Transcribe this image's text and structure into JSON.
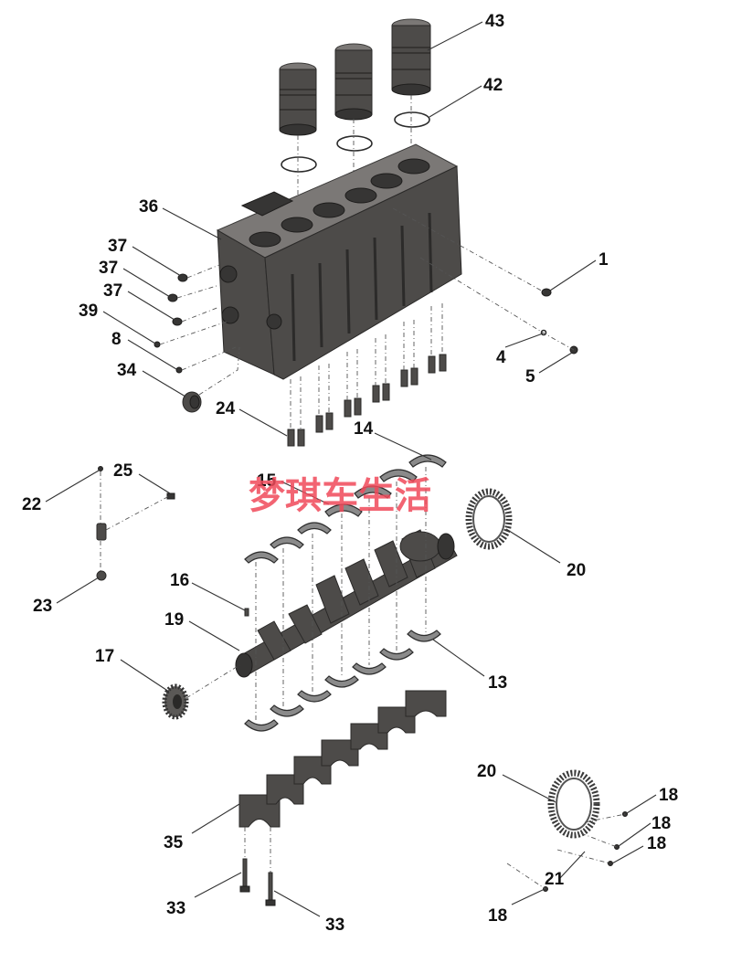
{
  "watermark": "梦琪车生活",
  "colors": {
    "part": "#4d4b49",
    "watermark": "#f04a5a",
    "label": "#111111"
  },
  "callouts": [
    {
      "id": "c43",
      "text": "43"
    },
    {
      "id": "c42",
      "text": "42"
    },
    {
      "id": "c36",
      "text": "36"
    },
    {
      "id": "c37a",
      "text": "37"
    },
    {
      "id": "c37b",
      "text": "37"
    },
    {
      "id": "c37c",
      "text": "37"
    },
    {
      "id": "c39",
      "text": "39"
    },
    {
      "id": "c8",
      "text": "8"
    },
    {
      "id": "c34",
      "text": "34"
    },
    {
      "id": "c24",
      "text": "24"
    },
    {
      "id": "c1",
      "text": "1"
    },
    {
      "id": "c4",
      "text": "4"
    },
    {
      "id": "c5",
      "text": "5"
    },
    {
      "id": "c14",
      "text": "14"
    },
    {
      "id": "c15",
      "text": "15"
    },
    {
      "id": "c22",
      "text": "22"
    },
    {
      "id": "c25",
      "text": "25"
    },
    {
      "id": "c23",
      "text": "23"
    },
    {
      "id": "c20a",
      "text": "20"
    },
    {
      "id": "c16",
      "text": "16"
    },
    {
      "id": "c19",
      "text": "19"
    },
    {
      "id": "c17",
      "text": "17"
    },
    {
      "id": "c13",
      "text": "13"
    },
    {
      "id": "c20b",
      "text": "20"
    },
    {
      "id": "c18a",
      "text": "18"
    },
    {
      "id": "c18b",
      "text": "18"
    },
    {
      "id": "c18c",
      "text": "18"
    },
    {
      "id": "c21",
      "text": "21"
    },
    {
      "id": "c18d",
      "text": "18"
    },
    {
      "id": "c35",
      "text": "35"
    },
    {
      "id": "c33a",
      "text": "33"
    },
    {
      "id": "c33b",
      "text": "33"
    }
  ]
}
